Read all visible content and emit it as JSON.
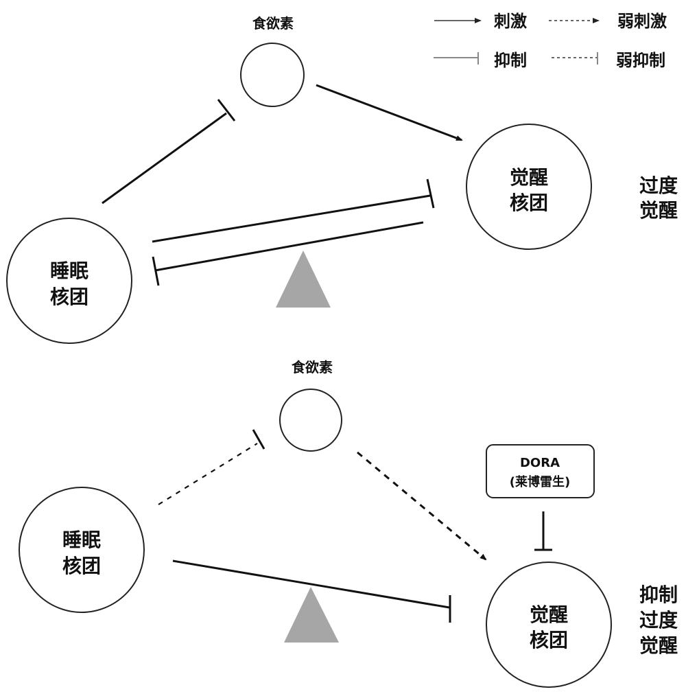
{
  "legend": {
    "stimulate": "刺激",
    "weak_stimulate": "弱刺激",
    "inhibit": "抑制",
    "weak_inhibit": "弱抑制"
  },
  "top_panel": {
    "orexin_label": "食欲素",
    "sleep_node": [
      "睡眠",
      "核团"
    ],
    "wake_node": [
      "觉醒",
      "核团"
    ],
    "state_label": [
      "过度",
      "觉醒"
    ],
    "edges": [
      {
        "from": "sleep",
        "to": "orexin",
        "type": "inhibit"
      },
      {
        "from": "orexin",
        "to": "wake",
        "type": "stimulate"
      },
      {
        "from": "sleep",
        "to": "wake",
        "type": "inhibit"
      },
      {
        "from": "wake",
        "to": "sleep",
        "type": "inhibit"
      }
    ],
    "balance_tilt": "toward wake"
  },
  "bottom_panel": {
    "orexin_label": "食欲素",
    "sleep_node": [
      "睡眠",
      "核团"
    ],
    "wake_node": [
      "觉醒",
      "核团"
    ],
    "drug_box": [
      "DORA",
      "(莱博雷生)"
    ],
    "state_label": [
      "抑制",
      "过度",
      "觉醒"
    ],
    "edges": [
      {
        "from": "sleep",
        "to": "orexin",
        "type": "weak_inhibit"
      },
      {
        "from": "orexin",
        "to": "wake",
        "type": "weak_stimulate"
      },
      {
        "from": "sleep",
        "to": "wake",
        "type": "inhibit"
      },
      {
        "from": "DORA",
        "to": "wake",
        "type": "inhibit"
      }
    ],
    "balance_tilt": "toward sleep"
  }
}
